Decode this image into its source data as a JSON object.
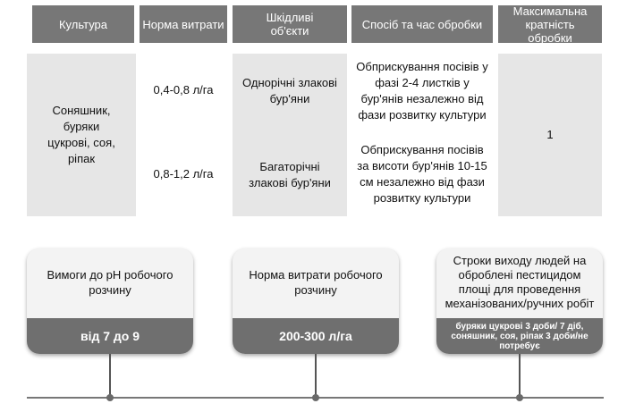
{
  "table": {
    "headers": {
      "culture": "Культура",
      "rate": "Норма витрати",
      "pests": "Шкідливі об'єкти",
      "method": "Спосіб та час обробки",
      "max": "Максимальна кратність обробки"
    },
    "culture": "Соняшник, буряки цукрові, соя, ріпак",
    "rows": [
      {
        "rate": "0,4-0,8 л/га",
        "pest": "Однорічні злакові бур'яни",
        "method": "Обприскування посівів у фазі 2-4 листків у бур'янів незалежно від фази розвитку культури"
      },
      {
        "rate": "0,8-1,2 л/га",
        "pest": "Багаторічні злакові бур'яни",
        "method": "Обприскування посівів за висоти бур'янів 10-15 см незалежно від фази розвитку культури"
      }
    ],
    "max_value": "1"
  },
  "cards": [
    {
      "title": "Вимоги до pH робочого розчину",
      "value": "від 7 до 9"
    },
    {
      "title": "Норма витрати робочого розчину",
      "value": "200-300 л/га"
    },
    {
      "title": "Строки виходу людей на оброблені пестицидом площі для проведення механізованих/ручних робіт",
      "value": "буряки цукрові 3 доби/ 7 діб, соняшник, соя, ріпак 3 доби/не потребує"
    }
  ]
}
